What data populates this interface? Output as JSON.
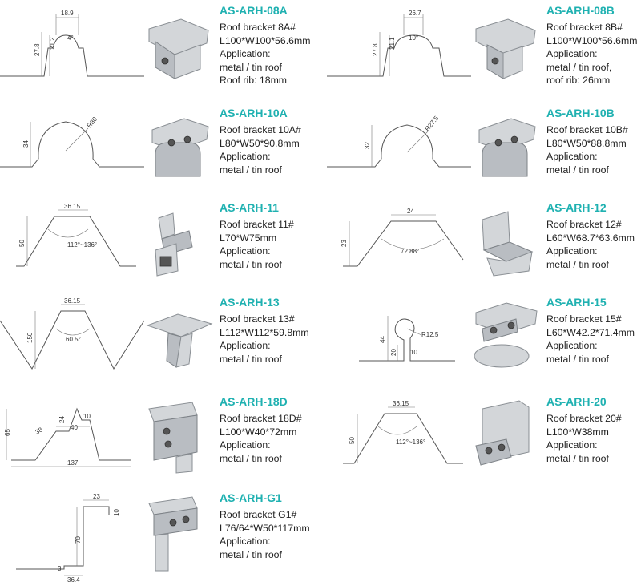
{
  "products": [
    {
      "code": "AS-ARH-08A",
      "lines": [
        "Roof bracket 8A#",
        "L100*W100*56.6mm",
        "Application:",
        "metal / tin roof",
        "Roof rib: 18mm"
      ],
      "dims": [
        "18.9",
        "27.8",
        "21.2",
        "4°"
      ]
    },
    {
      "code": "AS-ARH-08B",
      "lines": [
        "Roof bracket 8B#",
        "L100*W100*56.6mm",
        "Application:",
        "metal / tin roof,",
        "roof rib: 26mm"
      ],
      "dims": [
        "26.7",
        "27.8",
        "21.1",
        "10°"
      ]
    },
    {
      "code": "AS-ARH-10A",
      "lines": [
        "Roof bracket 10A#",
        "L80*W50*90.8mm",
        "Application:",
        "metal / tin roof"
      ],
      "dims": [
        "R30",
        "34"
      ]
    },
    {
      "code": "AS-ARH-10B",
      "lines": [
        "Roof bracket 10B#",
        "L80*W50*88.8mm",
        "Application:",
        "metal / tin roof"
      ],
      "dims": [
        "R27.5",
        "32"
      ]
    },
    {
      "code": "AS-ARH-11",
      "lines": [
        "Roof bracket 11#",
        "L70*W75mm",
        "Application:",
        "metal / tin roof"
      ],
      "dims": [
        "36.15",
        "50",
        "112°~136°"
      ]
    },
    {
      "code": "AS-ARH-12",
      "lines": [
        "Roof bracket 12#",
        "L60*W68.7*63.6mm",
        "Application:",
        "metal / tin roof"
      ],
      "dims": [
        "24",
        "23",
        "72.88°"
      ]
    },
    {
      "code": "AS-ARH-13",
      "lines": [
        "Roof bracket 13#",
        "L112*W112*59.8mm",
        "Application:",
        "metal / tin roof"
      ],
      "dims": [
        "36.15",
        "150",
        "60.5°"
      ]
    },
    {
      "code": "AS-ARH-15",
      "lines": [
        "Roof bracket 15#",
        "L60*W42.2*71.4mm",
        "Application:",
        "metal / tin roof"
      ],
      "dims": [
        "R12.5",
        "44",
        "20",
        "10"
      ]
    },
    {
      "code": "AS-ARH-18D",
      "lines": [
        "Roof bracket 18D#",
        "L100*W40*72mm",
        "Application:",
        "metal / tin roof"
      ],
      "dims": [
        "65",
        "38",
        "24",
        "10",
        "40",
        "137"
      ]
    },
    {
      "code": "AS-ARH-20",
      "lines": [
        "Roof bracket 20#",
        "L100*W38mm",
        "Application:",
        "metal / tin roof"
      ],
      "dims": [
        "36.15",
        "50",
        "112°~136°"
      ]
    },
    {
      "code": "AS-ARH-G1",
      "lines": [
        "Roof bracket G1#",
        "L76/64*W50*117mm",
        "Application:",
        "metal / tin roof"
      ],
      "dims": [
        "23",
        "10",
        "70",
        "3",
        "36.4"
      ]
    }
  ]
}
